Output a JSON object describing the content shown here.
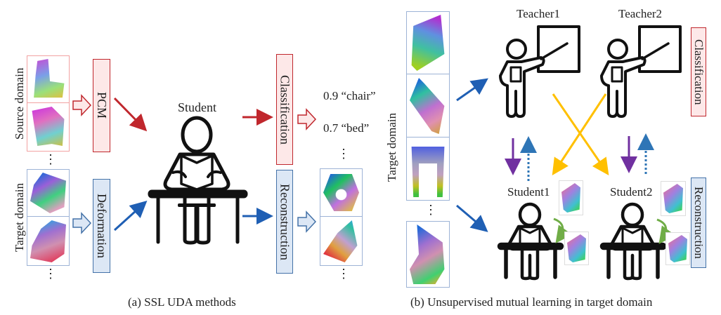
{
  "panel_a": {
    "source_domain_label": "Source domain",
    "target_domain_label": "Target domain",
    "pcm_label": "PCM",
    "deformation_label": "Deformation",
    "student_label": "Student",
    "classification_label": "Classification",
    "reconstruction_label": "Reconstruction",
    "predictions": [
      {
        "text": "0.9 “chair”"
      },
      {
        "text": "0.7 “bed”"
      }
    ],
    "ellipsis": "⋮",
    "caption": "(a) SSL UDA methods"
  },
  "panel_b": {
    "target_domain_label": "Target domain",
    "teacher1_label": "Teacher1",
    "teacher2_label": "Teacher2",
    "student1_label": "Student1",
    "student2_label": "Student2",
    "classification_label": "Classification",
    "reconstruction_label": "Reconstruction",
    "ellipsis": "⋮",
    "caption": "(b) Unsupervised mutual learning in target domain"
  },
  "colors": {
    "red": "#c0272d",
    "red_fill": "#fde8e8",
    "blue": "#1f5fb4",
    "blue_fill": "#dce7f5",
    "purple": "#7030a0",
    "dotted_blue": "#2e75b6",
    "yellow": "#ffc000",
    "green": "#70ad47"
  }
}
